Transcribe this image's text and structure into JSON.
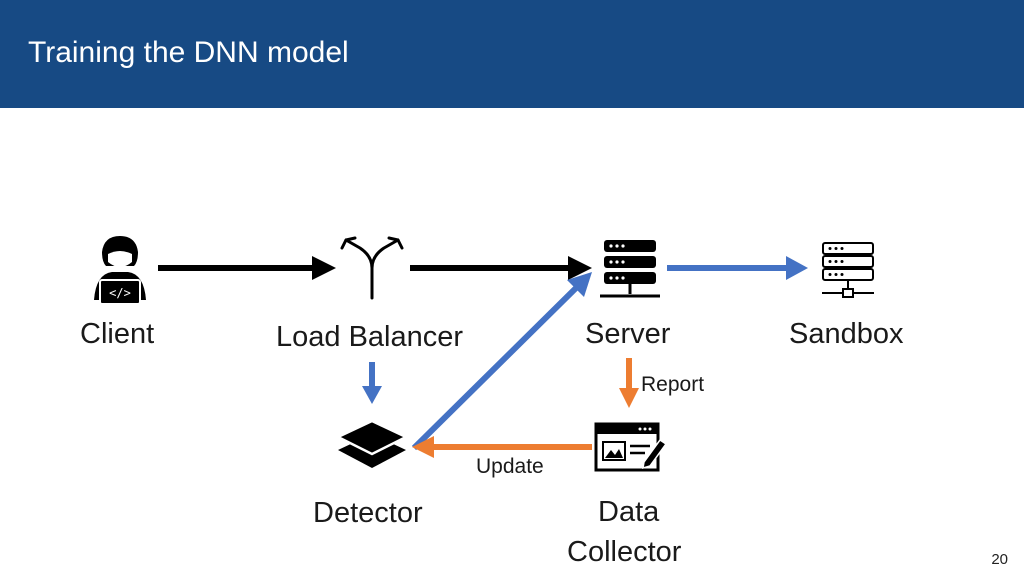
{
  "slide": {
    "title": "Training the DNN model",
    "page_number": "20"
  },
  "nodes": {
    "client": "Client",
    "load_balancer": "Load Balancer",
    "server": "Server",
    "sandbox": "Sandbox",
    "detector": "Detector",
    "data_collector_line1": "Data",
    "data_collector_line2": "Collector"
  },
  "edges": {
    "report": "Report",
    "update": "Update"
  },
  "colors": {
    "header": "#174a84",
    "black_arrow": "#000000",
    "blue_arrow": "#4472c4",
    "orange_arrow": "#ed7d31"
  },
  "icons": {
    "client": "developer-laptop-icon",
    "load_balancer": "split-arrows-icon",
    "server": "server-rack-icon",
    "sandbox": "server-network-icon",
    "detector": "layers-icon",
    "data_collector": "form-edit-icon"
  }
}
